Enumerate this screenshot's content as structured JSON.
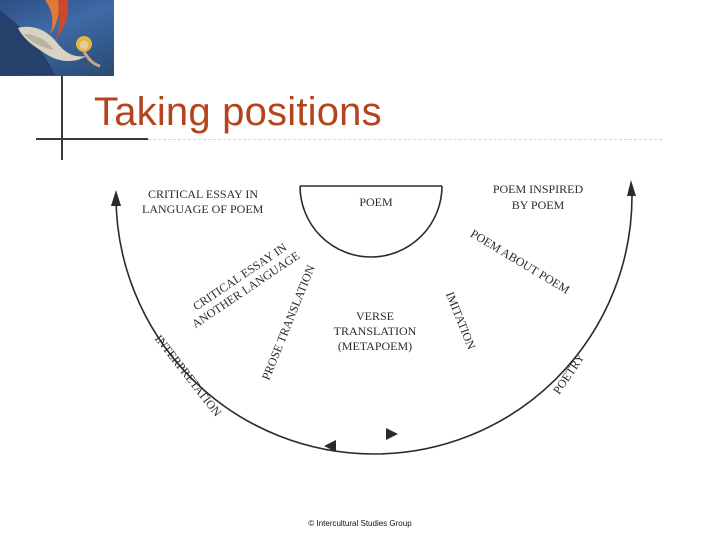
{
  "slide": {
    "title": "Taking positions",
    "footer": "© Intercultural Studies Group"
  },
  "thumbnail": {
    "icon": "angel-painting-icon"
  },
  "diagram": {
    "labels": {
      "poem": "POEM",
      "critical_essay_language_line1": "CRITICAL ESSAY IN",
      "critical_essay_language_line2": "LANGUAGE OF POEM",
      "poem_inspired_line1": "POEM INSPIRED",
      "poem_inspired_line2": "BY POEM",
      "critical_essay_another_line1": "CRITICAL ESSAY IN",
      "critical_essay_another_line2": "ANOTHER LANGUAGE",
      "prose_translation": "PROSE TRANSLATION",
      "verse_translation_line1": "VERSE",
      "verse_translation_line2": "TRANSLATION",
      "verse_translation_line3": "(METAPOEM)",
      "imitation": "IMITATION",
      "poem_about_poem": "POEM ABOUT POEM",
      "interpretation": "INTERPRETATION",
      "poetry": "POETRY"
    }
  }
}
